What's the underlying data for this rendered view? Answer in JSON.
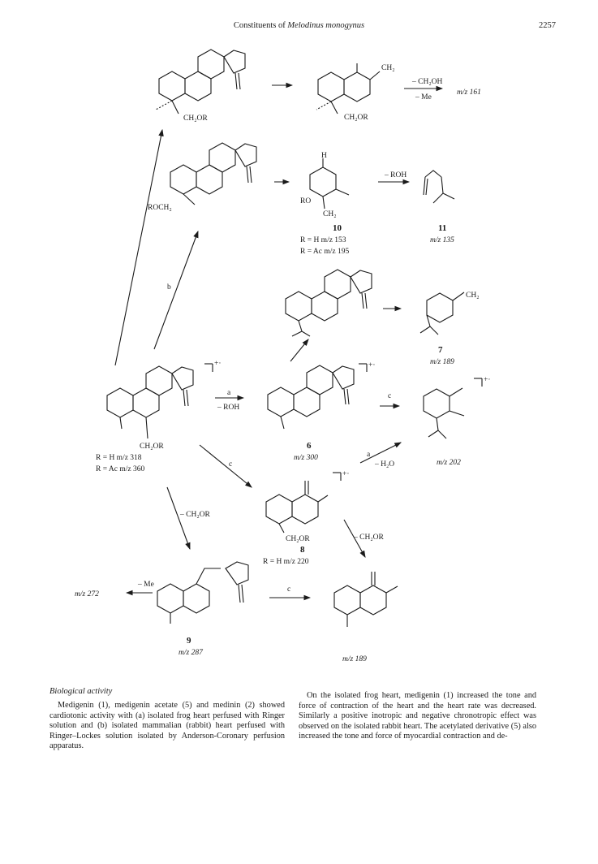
{
  "header": {
    "title_prefix": "Constituents of ",
    "title_italic": "Melodinus monogynus",
    "page_number": "2257"
  },
  "scheme": {
    "loss_ch2oh": "– CH₂OH",
    "loss_me": "– Me",
    "mz_161": "m/z 161",
    "ch2or": "CH₂OR",
    "roch2": "ROCH₂",
    "ro": "RO",
    "ch2": "CH₂",
    "ch2_plus": "CH₂",
    "h": "H",
    "loss_roh": "– ROH",
    "cpd10": "10",
    "cpd10_r1": "R = H   m/z 153",
    "cpd10_r2": "R = Ac  m/z 195",
    "cpd11": "11",
    "mz_135": "m/z 135",
    "path_b": "b",
    "path_a": "a",
    "path_c": "c",
    "cpd7": "7",
    "mz_189": "m/z 189",
    "start_r1": "R = H   m/z 318",
    "start_r2": "R = Ac  m/z 360",
    "cpd6": "6",
    "mz_300": "m/z 300",
    "loss_h2o": "– H₂O",
    "mz_202": "m/z 202",
    "loss_ch2or": "– CH₂OR",
    "cpd8": "8",
    "cpd8_r": "R = H   m/z 220",
    "mz_272": "m/z 272",
    "cpd9": "9",
    "mz_287": "m/z 287",
    "mz_189b": "m/z 189",
    "radical_cation": "+·"
  },
  "section": {
    "heading": "Biological activity",
    "left_paragraph": "Medigenin (1), medigenin acetate (5) and medinin (2) showed cardiotonic activity with (a) isolated frog heart perfused with Ringer solution and (b) isolated mammalian (rabbit) heart perfused with Ringer–Lockes solution isolated by Anderson-Coronary perfusion apparatus.",
    "right_paragraph": "On the isolated frog heart, medigenin (1) increased the tone and force of contraction of the heart and the heart rate was decreased. Similarly a positive inotropic and negative chronotropic effect was observed on the isolated rabbit heart. The acetylated derivative (5) also increased the tone and force of myocardial contraction and de-"
  }
}
